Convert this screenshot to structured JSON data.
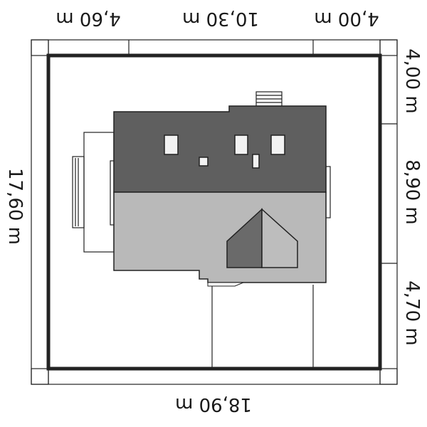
{
  "dimensions": {
    "top": [
      "4,60 m",
      "10,30 m",
      "4,00 m"
    ],
    "bottom": "18,90 m",
    "left": "17,60 m",
    "right": [
      "4,00 m",
      "8,90 m",
      "4,70 m"
    ]
  },
  "colors": {
    "plot_border": "#222222",
    "roof_dark": "#5f5f5f",
    "roof_light": "#b9b9b9",
    "gable_dark": "#6a6a6a",
    "lines": "#222222",
    "window": "#f2f2f2"
  }
}
